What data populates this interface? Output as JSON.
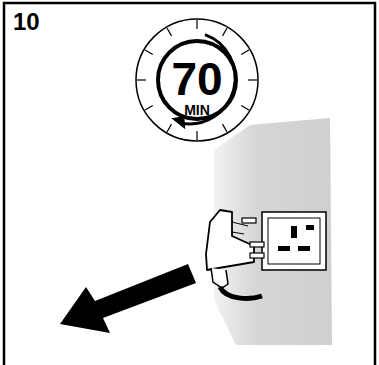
{
  "diagram": {
    "nodes": [
      {
        "text": [
          "70",
          "MIN"
        ]
      }
    ],
    "labels": [
      "10"
    ]
  }
}
